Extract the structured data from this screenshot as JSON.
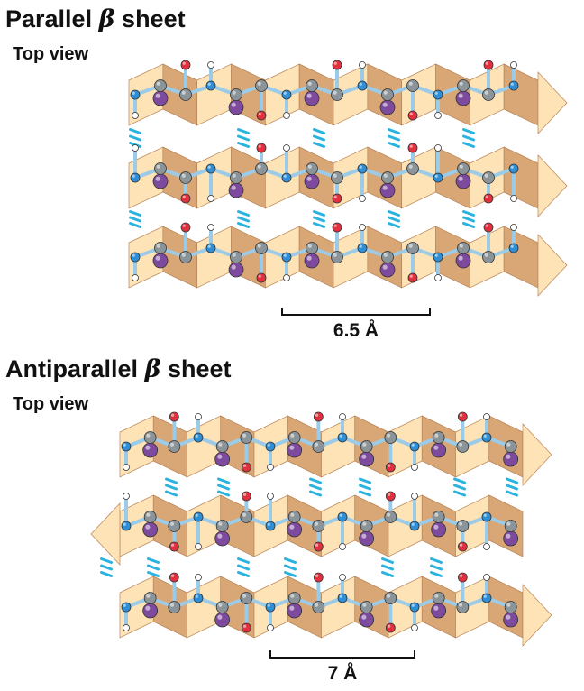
{
  "parallel": {
    "title_prefix": "Parallel",
    "title_symbol": "β",
    "title_suffix": "sheet",
    "subtitle": "Top view",
    "spacing_label": "6.5 Å"
  },
  "antiparallel": {
    "title_prefix": "Antiparallel",
    "title_symbol": "β",
    "title_suffix": "sheet",
    "subtitle": "Top view",
    "spacing_label": "7 Å"
  },
  "colors": {
    "sheet_light": "#fde3b6",
    "sheet_dark": "#d9a676",
    "carbon": "#8a9499",
    "nitrogen": "#2f8fd6",
    "oxygen": "#e2303f",
    "hydrogen": "#ffffff",
    "side_chain": "#7e4a9e",
    "bond": "#9ccbe8",
    "hbond": "#2bb3e0"
  }
}
